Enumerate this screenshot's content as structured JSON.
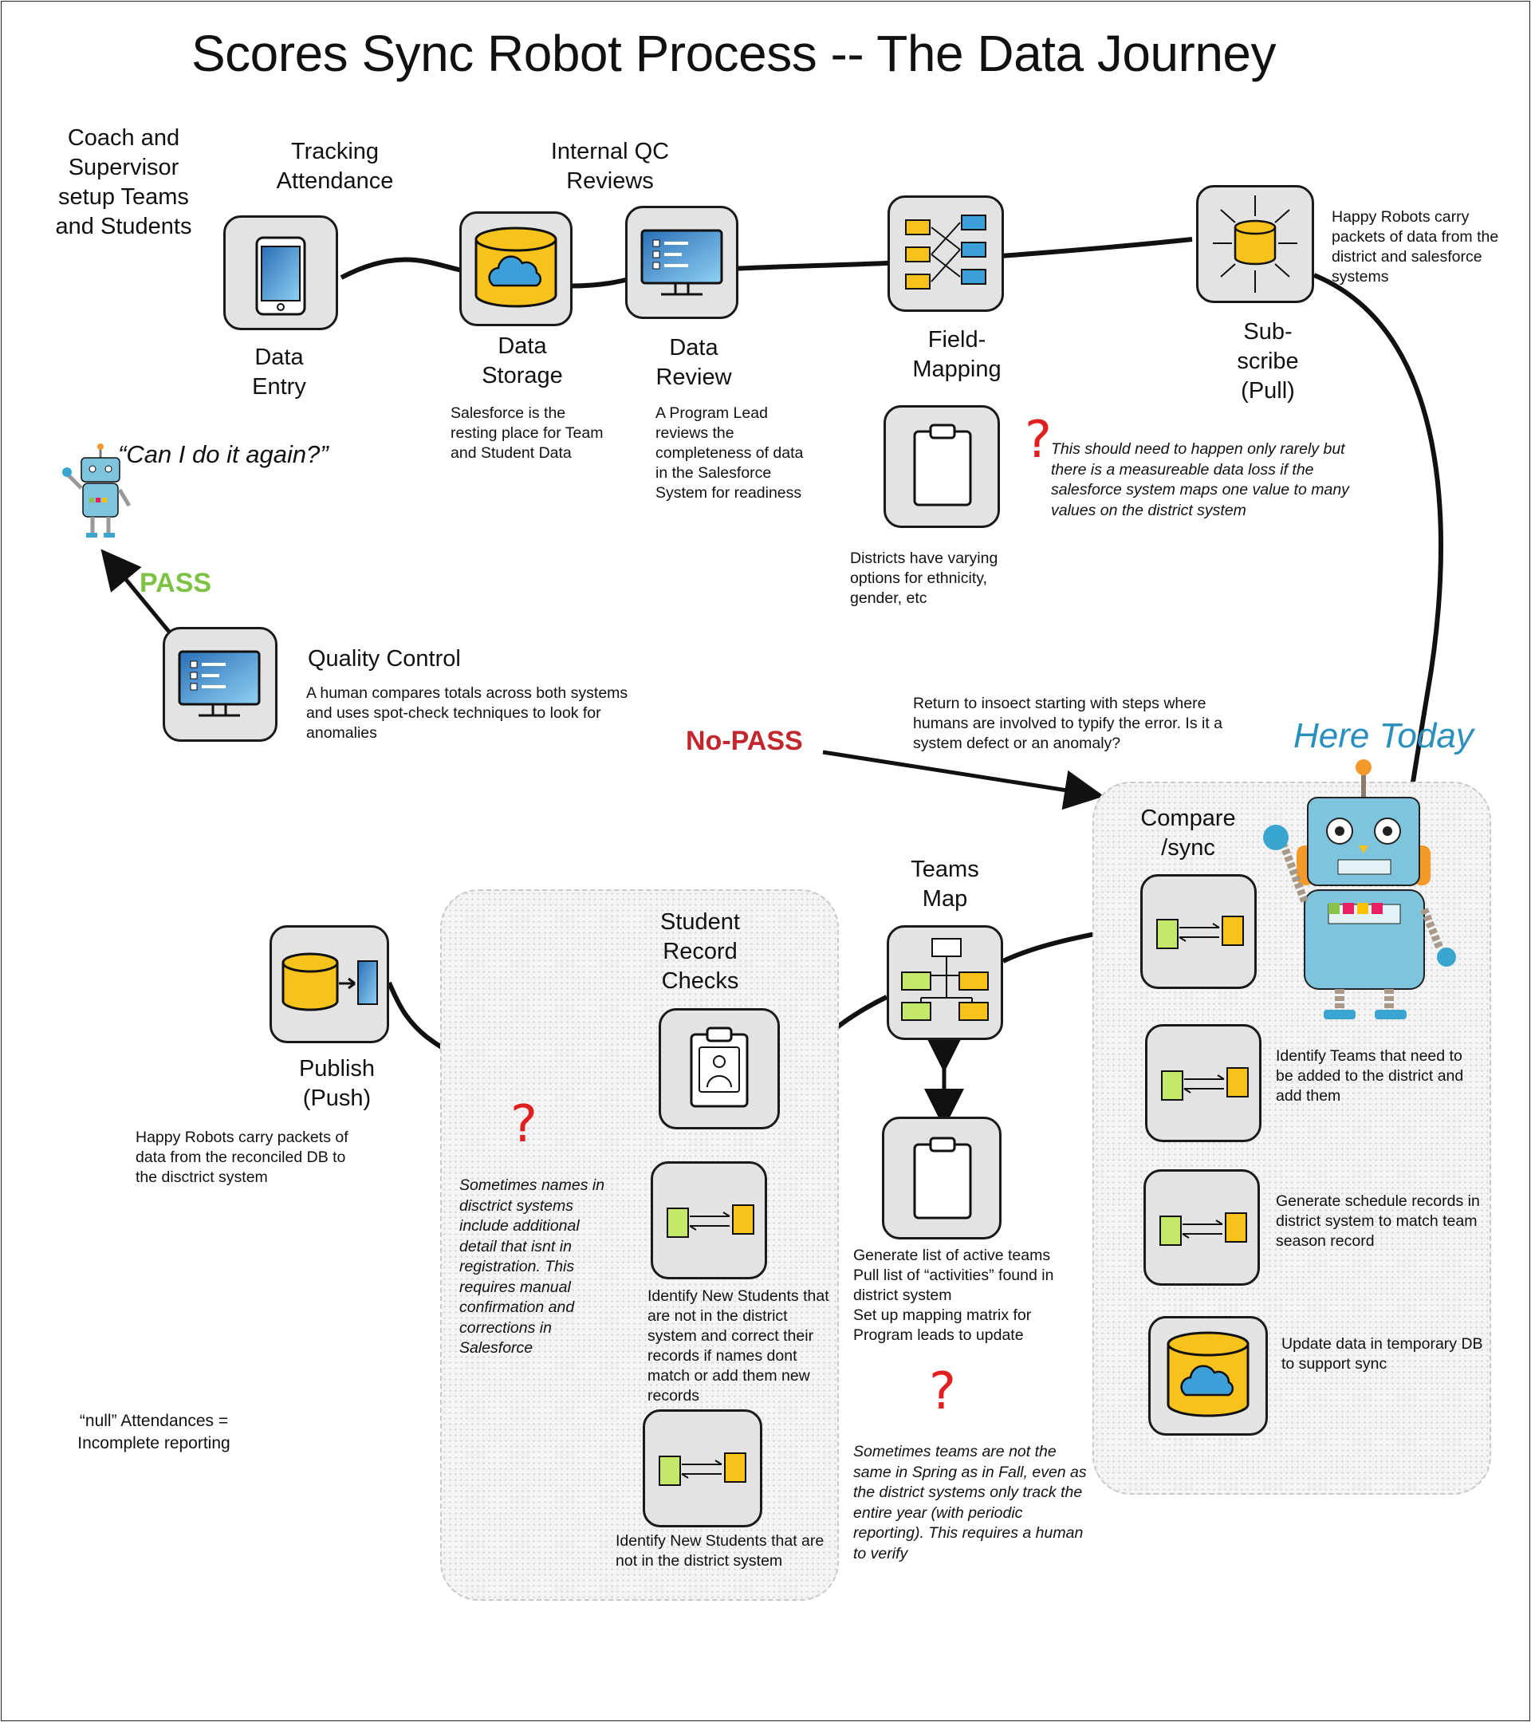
{
  "title": "Scores Sync Robot Process -- The Data Journey",
  "steps": {
    "setup": "Coach and Supervisor setup Teams and Students",
    "tracking": "Tracking Attendance",
    "internal_qc": "Internal QC Reviews",
    "data_entry": "Data Entry",
    "data_storage": "Data Storage",
    "data_storage_note": "Salesforce is the resting place for Team and Student Data",
    "data_review": "Data Review",
    "data_review_note": "A Program Lead reviews the completeness of data in the Salesforce System for readiness",
    "field_mapping": "Field-Mapping",
    "field_mapping_note": "Districts have varying options for ethnicity, gender, etc",
    "field_mapping_warning": "This should need to happen only rarely but there is a measureable data loss if the salesforce system maps one value to many values on the district system",
    "subscribe": "Sub-scribe (Pull)",
    "subscribe_note": "Happy Robots carry packets of data from the district and salesforce systems",
    "can_i": "“Can I do it again?”",
    "pass": "PASS",
    "quality_control": "Quality Control",
    "quality_control_note": "A human compares totals across both systems and uses spot-check techniques to look for anomalies",
    "nopass": "No-PASS",
    "nopass_note": "Return to insoect starting with steps where humans are involved to typify the error. Is it a system defect or an anomaly?",
    "here_today": "Here Today",
    "compare_sync": "Compare /sync",
    "teams_map": "Teams Map",
    "student_checks": "Student Record Checks",
    "publish": "Publish (Push)",
    "publish_note": "Happy Robots carry packets of data from the reconciled DB to the disctrict system",
    "identify_teams": "Identify Teams that need to be added to the district and add them",
    "generate_schedule": "Generate schedule records in district system to match team season record",
    "update_temp_db": "Update data in temporary DB to support sync",
    "teams_list_note": "Generate list of active teams\nPull list of “activities” found in district system\nSet up mapping matrix for Program leads to update",
    "teams_warning": "Sometimes teams are not the same in Spring as in Fall, even as the district systems only track the entire year (with periodic reporting). This requires a human to verify",
    "students_correct": "Identify New Students that are not in the district system and correct their records if names dont match or add them new records",
    "students_new": "Identify New Students that are not in the district system",
    "names_warning": "Sometimes names in disctrict systems include additional detail that isnt in registration. This requires manual confirmation and corrections in Salesforce",
    "null_note": "“null” Attendances = Incomplete reporting",
    "question_mark": "?"
  }
}
